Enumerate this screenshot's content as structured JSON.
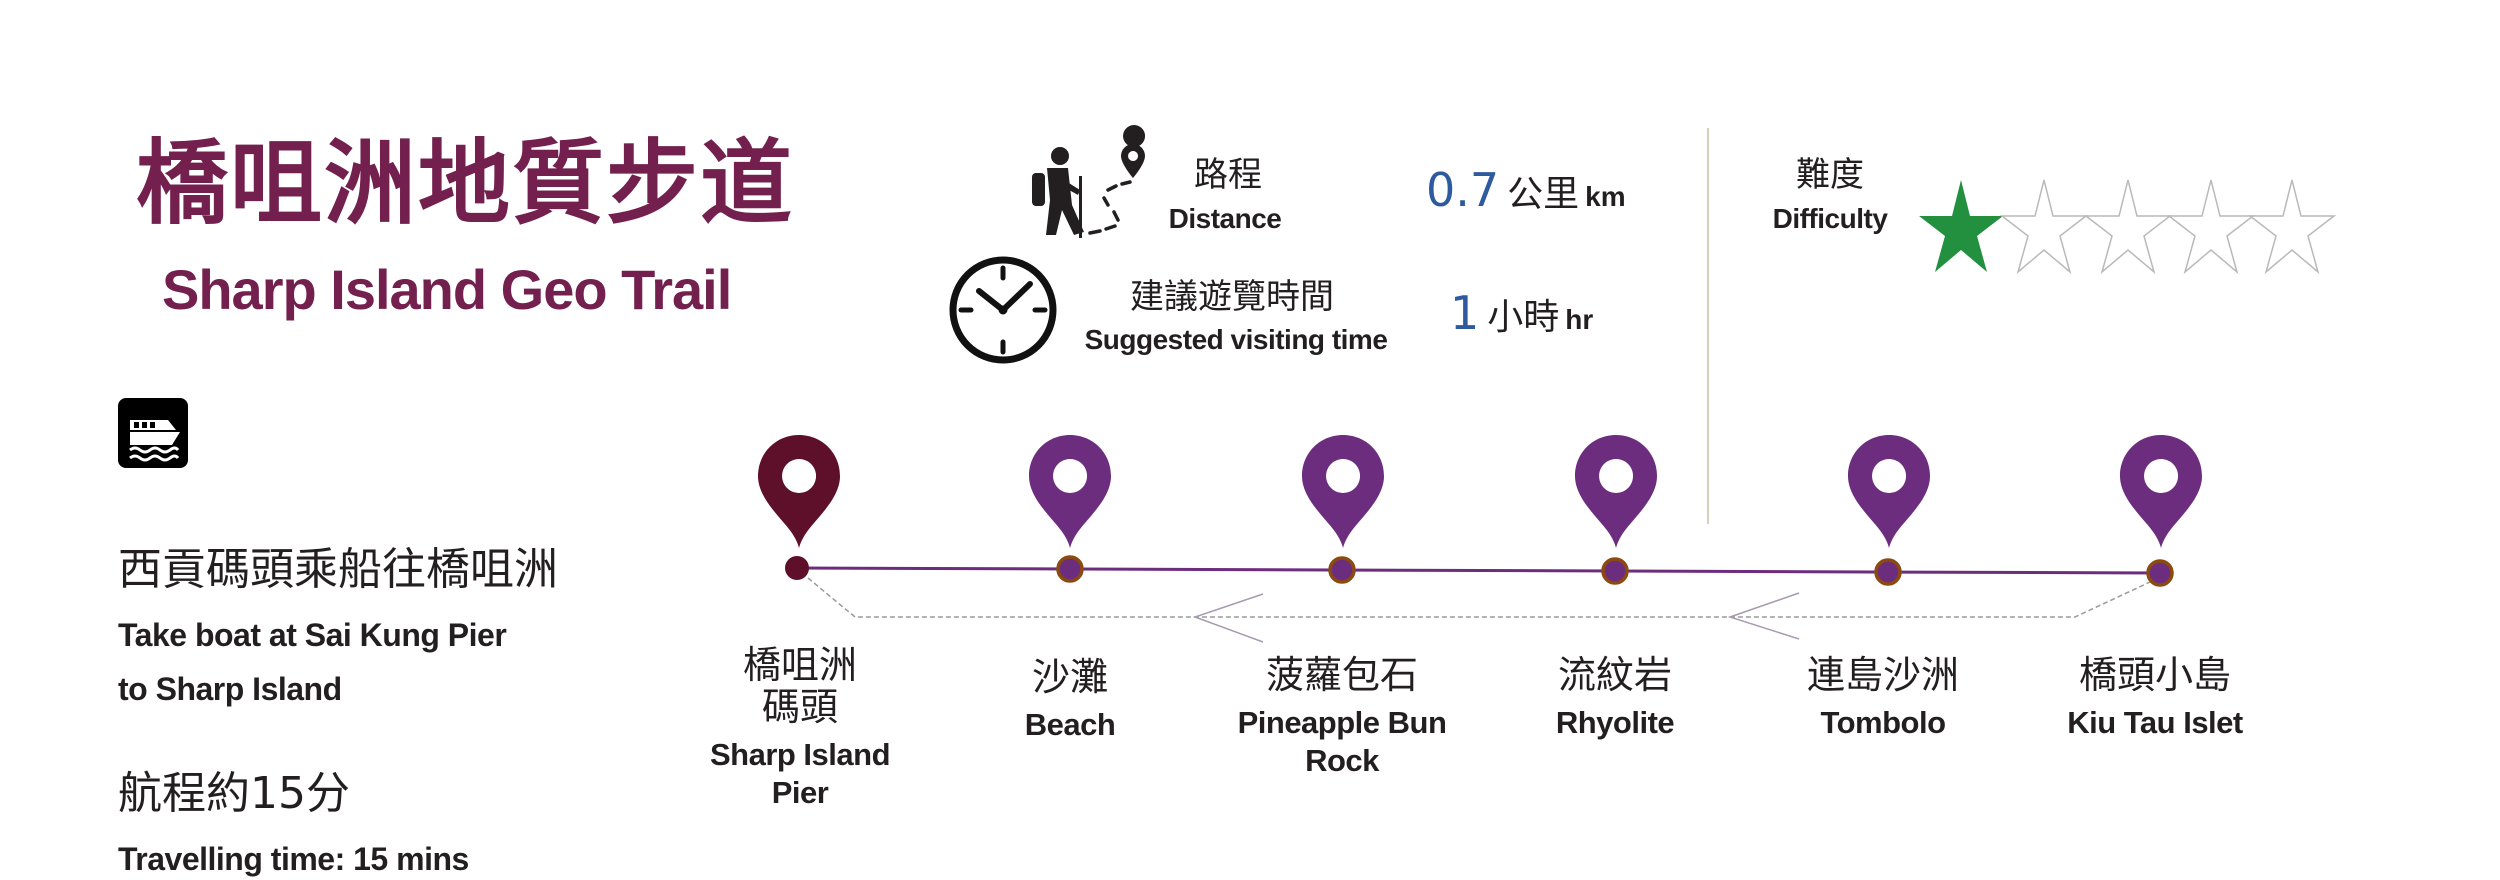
{
  "header": {
    "title_cn": "橋咀洲地質步道",
    "title_en": "Sharp Island Geo Trail"
  },
  "stats": {
    "distance": {
      "icon": "hiker-route-icon",
      "label_cn": "路程",
      "label_en": "Distance",
      "value": "0.7",
      "unit_cn": "公里",
      "unit_en": "km"
    },
    "time": {
      "icon": "clock-icon",
      "label_cn": "建議遊覽時間",
      "label_en": "Suggested visiting time",
      "value": "1",
      "unit_cn": "小時",
      "unit_en": "hr"
    },
    "difficulty": {
      "label_cn": "難度",
      "label_en": "Difficulty",
      "rating": 1,
      "max": 5,
      "filled_color": "#23903f",
      "empty_color": "#b9b9b9"
    }
  },
  "transport": {
    "icon": "ferry-icon",
    "route_cn": "西貢碼頭乘船往橋咀洲",
    "route_en_line1": "Take boat at Sai Kung Pier",
    "route_en_line2": "to Sharp Island",
    "duration_cn": "航程約15分",
    "duration_en": "Travelling time: 15 mins"
  },
  "route": {
    "line_color": "#6d2d7e",
    "start_pin_color": "#5e0f2a",
    "pin_color": "#6d2d7e",
    "stop_border_color": "#8a4a10",
    "stops": [
      {
        "cn": "橋咀洲\n碼頭",
        "cn_line1": "橋咀洲",
        "cn_line2": "碼頭",
        "en_line1": "Sharp Island",
        "en_line2": "Pier"
      },
      {
        "cn_line1": "沙灘",
        "en_line1": "Beach"
      },
      {
        "cn_line1": "菠蘿包石",
        "en_line1": "Pineapple Bun",
        "en_line2": "Rock"
      },
      {
        "cn_line1": "流紋岩",
        "en_line1": "Rhyolite"
      },
      {
        "cn_line1": "連島沙洲",
        "en_line1": "Tombolo"
      },
      {
        "cn_line1": "橋頭小島",
        "en_line1": "Kiu Tau Islet"
      }
    ]
  },
  "colors": {
    "title": "#73204f",
    "value_blue": "#2e5aa0",
    "text": "#231f20"
  }
}
